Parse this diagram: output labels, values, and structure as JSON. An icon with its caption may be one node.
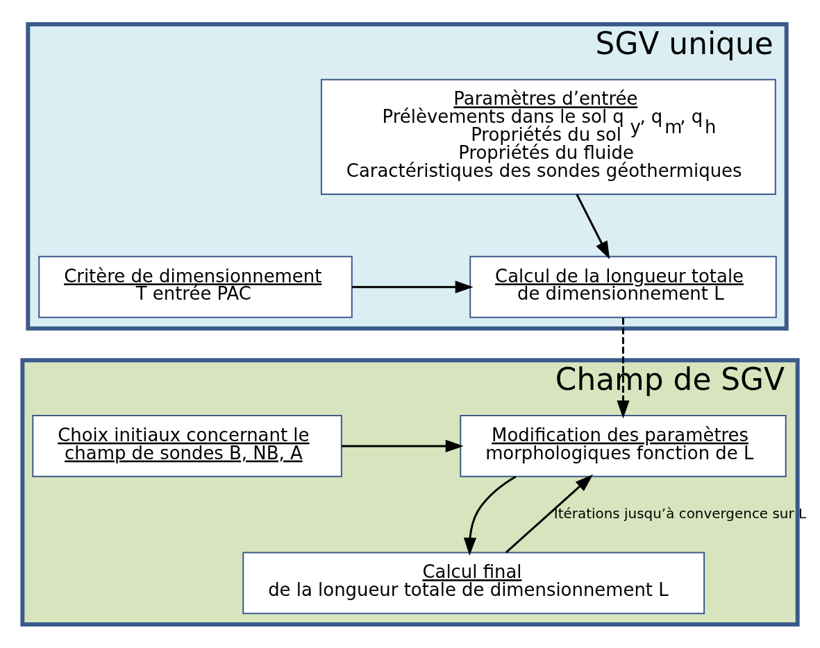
{
  "diagram": {
    "nodes": [
      {
        "text": [
          "SGV unique"
        ]
      },
      {
        "text": [
          "Paramètres d’entrée",
          "Prélèvements dans le sol q$_{y}$, q$_{m}$, q$_{h}$",
          "Propriétés du sol",
          "Propriétés du fluide",
          "Caractéristiques des sondes géothermiques"
        ],
        "in": 0
      },
      {
        "text": [
          "Critère de dimensionnement",
          "T entrée PAC"
        ],
        "in": 0
      },
      {
        "text": [
          "Calcul de la longueur totale",
          "de dimensionnement L"
        ],
        "in": 0
      },
      {
        "text": [
          "Champ de SGV"
        ]
      },
      {
        "text": [
          "Choix initiaux concernant le champ de sondes B, NB, A"
        ],
        "in": 4
      },
      {
        "text": [
          "Modification des paramètres",
          "morphologiques fonction de L"
        ],
        "in": 4
      },
      {
        "text": [
          "Calcul final",
          "de la longueur totale de dimensionnement L"
        ],
        "in": 4
      }
    ],
    "edges": [
      {
        "from": 1,
        "to": 3,
        "arrow": "to"
      },
      {
        "from": 2,
        "to": 3,
        "arrow": "to"
      },
      {
        "from": 3,
        "to": 6,
        "arrow": "to",
        "style": "dashed"
      },
      {
        "from": 5,
        "to": 6,
        "arrow": "to"
      },
      {
        "from": 6,
        "to": 7,
        "arrow": "to"
      },
      {
        "from": 7,
        "to": 6,
        "arrow": "to",
        "label": "Itérations jusqu’à convergence sur L"
      }
    ]
  }
}
